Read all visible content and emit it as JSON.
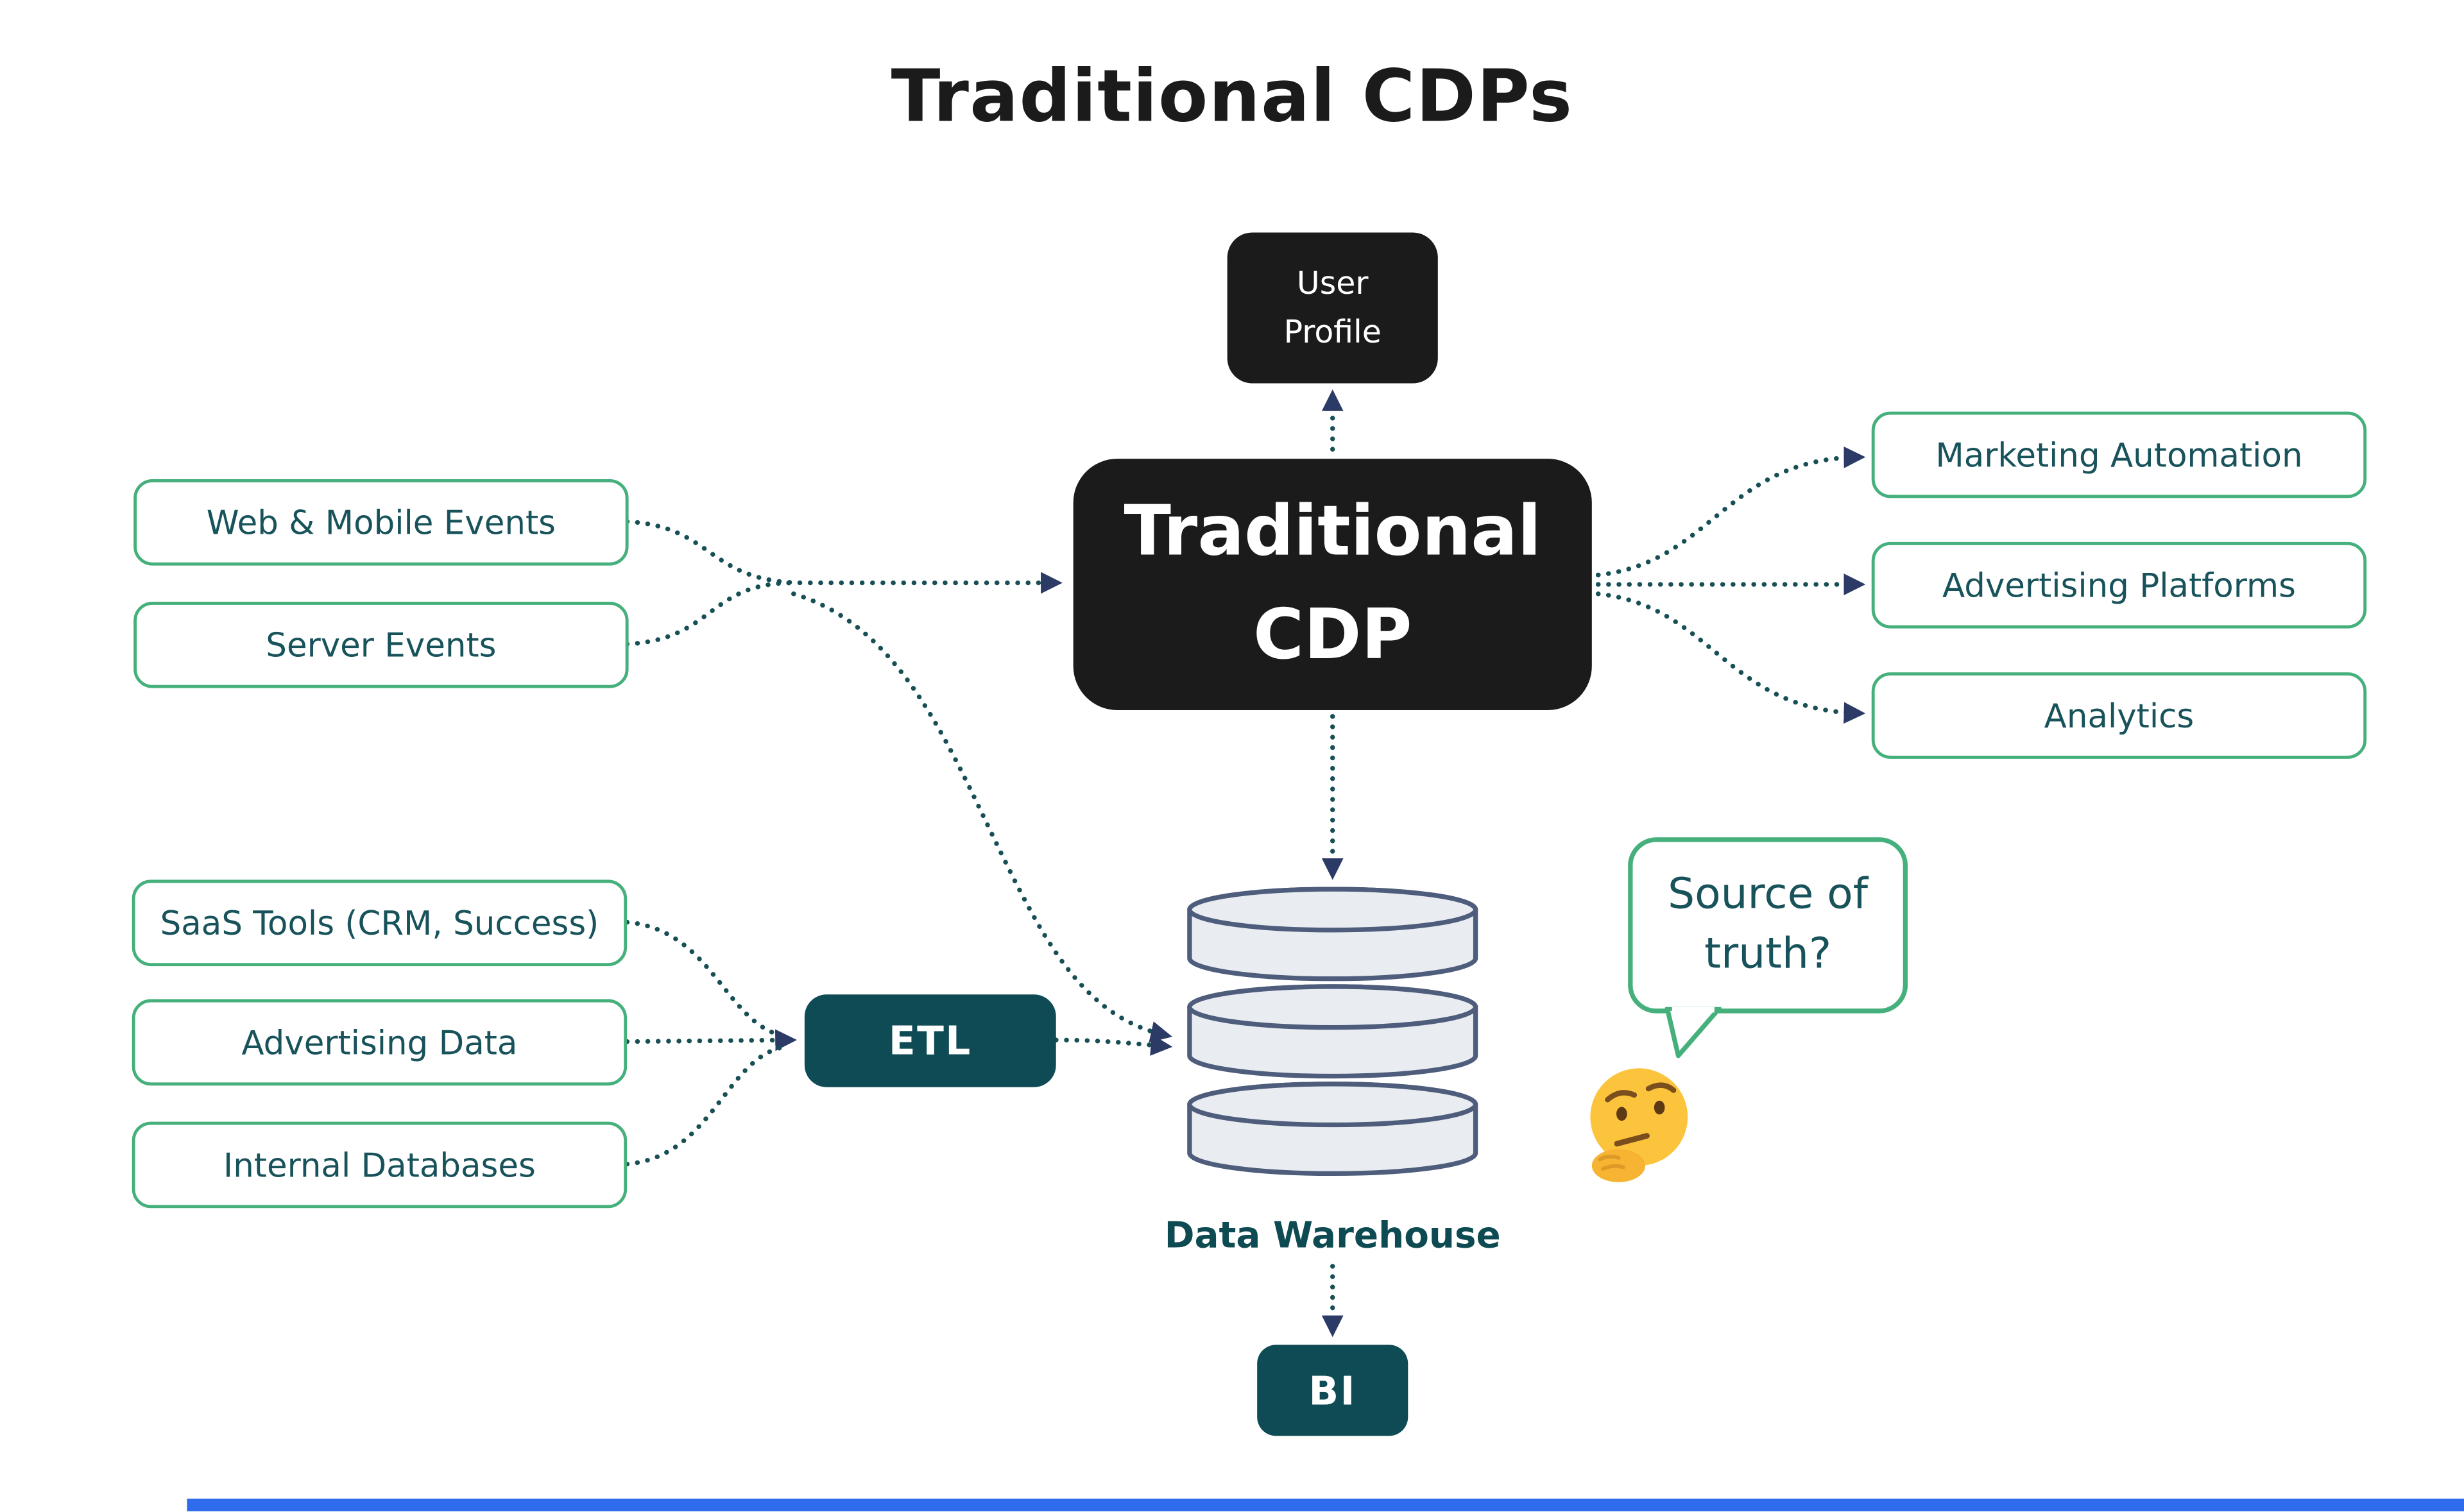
{
  "title": "Traditional CDPs",
  "cdp_node": {
    "line1": "Traditional",
    "line2": "CDP"
  },
  "user_profile_node": {
    "line1": "User",
    "line2": "Profile"
  },
  "event_sources": [
    {
      "label": "Web & Mobile Events"
    },
    {
      "label": "Server Events"
    }
  ],
  "data_sources": [
    {
      "label": "SaaS Tools (CRM, Success)"
    },
    {
      "label": "Advertising Data"
    },
    {
      "label": "Internal Databases"
    }
  ],
  "destinations": [
    {
      "label": "Marketing Automation"
    },
    {
      "label": "Advertising Platforms"
    },
    {
      "label": "Analytics"
    }
  ],
  "etl_node": {
    "label": "ETL"
  },
  "warehouse": {
    "label": "Data Warehouse"
  },
  "bi_node": {
    "label": "BI"
  },
  "annotation": {
    "line1": "Source of",
    "line2": "truth?",
    "emoji": "🤔",
    "emoji_name": "thinking-face-emoji"
  },
  "colors": {
    "node_black": "#1b1b1b",
    "teal_box": "#0e4b54",
    "green_border": "#46b07c",
    "label_teal": "#18525a",
    "connector_dots": "#174f55",
    "arrowhead_navy": "#2c3a66",
    "cylinder_fill": "#e9ecf1",
    "cylinder_stroke": "#4f5d7c",
    "progress_blue": "#2e6ceb"
  }
}
